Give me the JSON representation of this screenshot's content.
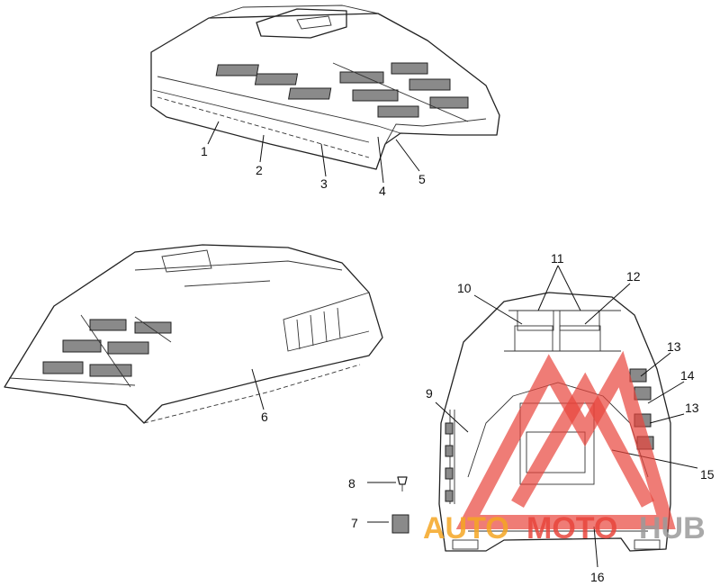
{
  "diagram": {
    "callouts": [
      "1",
      "2",
      "3",
      "4",
      "5",
      "6",
      "7",
      "8",
      "9",
      "10",
      "11",
      "12",
      "13",
      "14",
      "13",
      "15",
      "16"
    ]
  },
  "watermark": {
    "part1": "AUTO",
    "part2": "MOTO",
    "part3": "HUB",
    "colors": {
      "auto": "#f5a623",
      "moto": "#e8453c",
      "hub": "#9a9a9a"
    }
  }
}
